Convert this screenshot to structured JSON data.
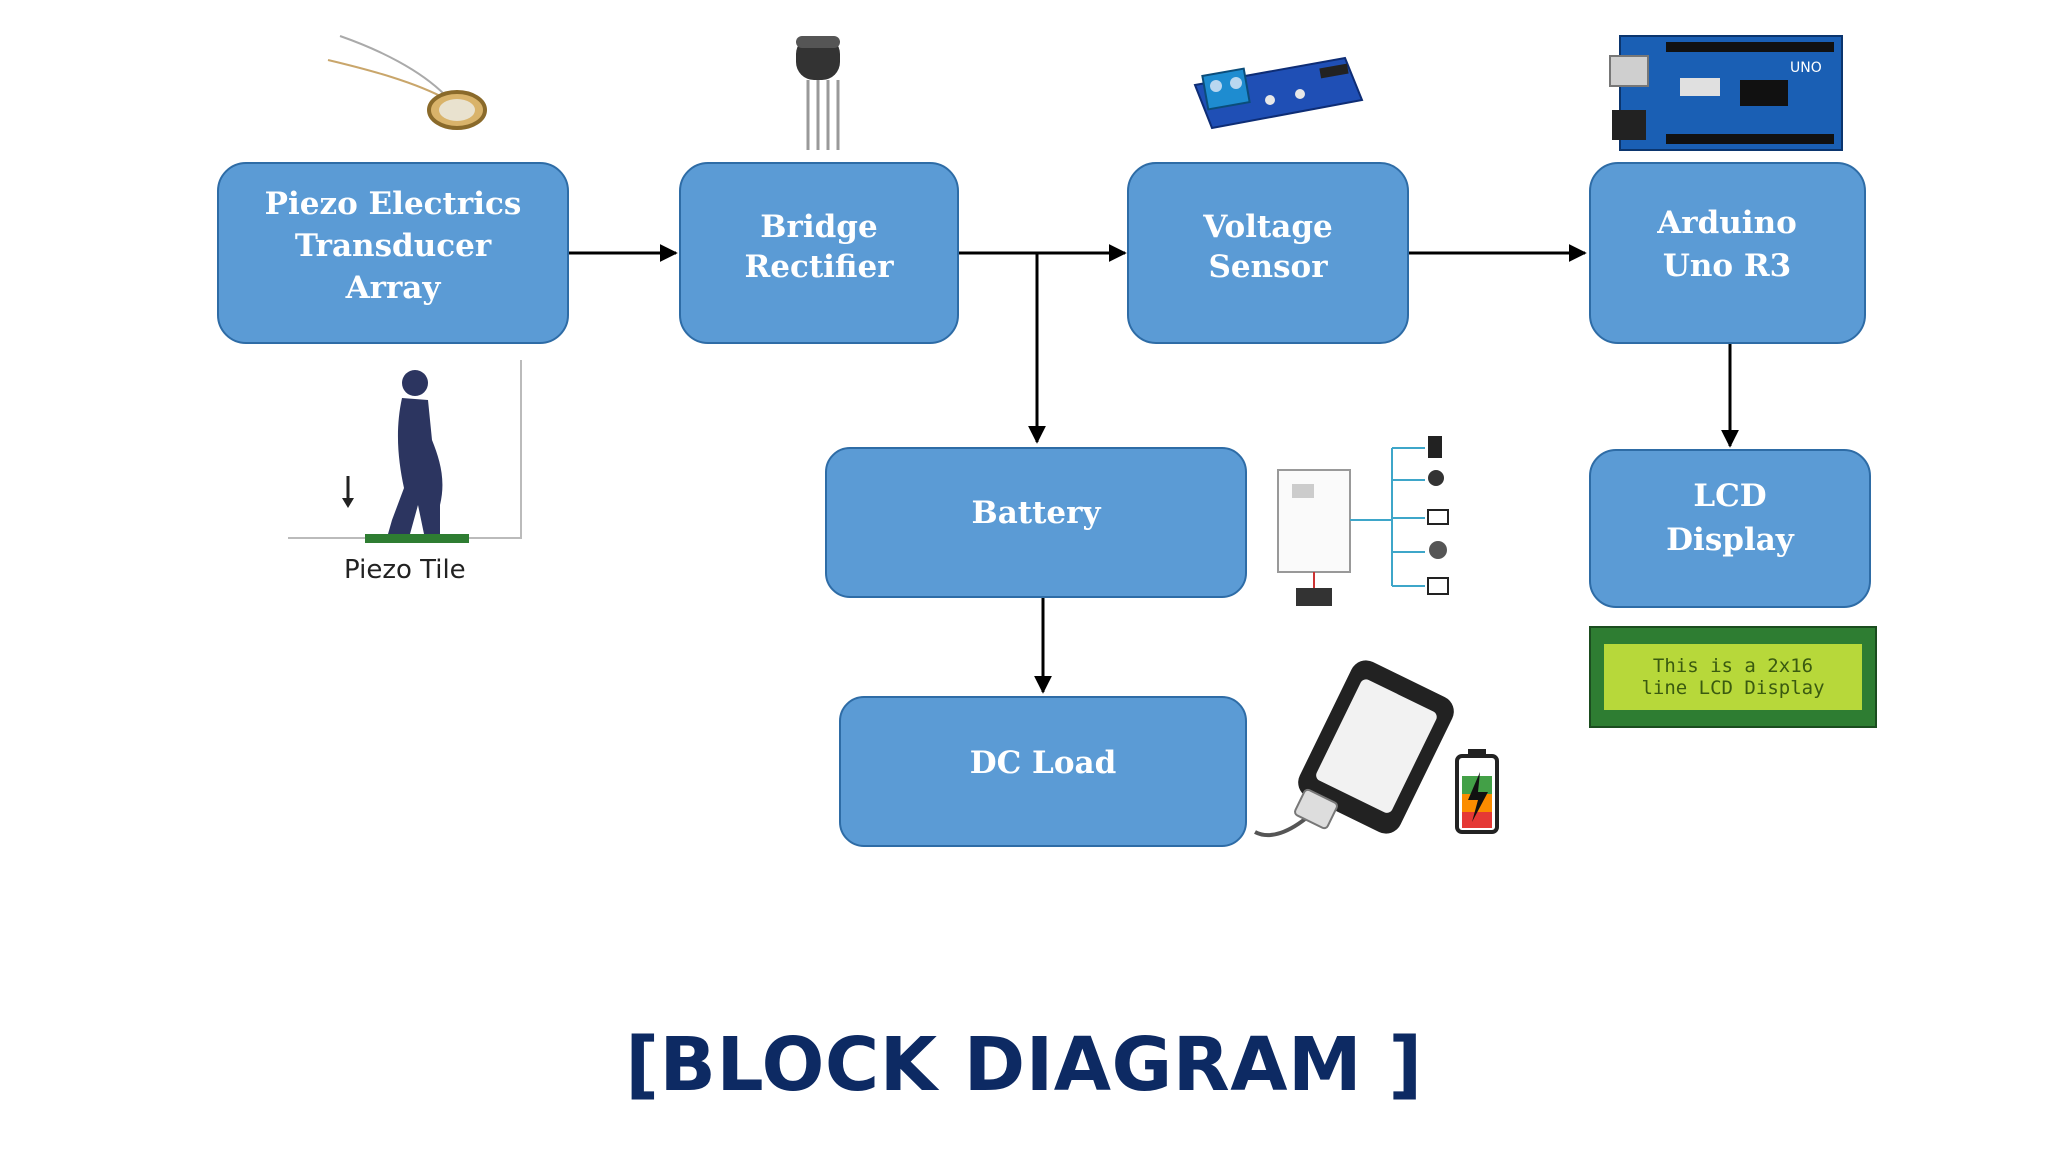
{
  "blocks": {
    "piezo": [
      "Piezo Electrics",
      "Transducer",
      "Array"
    ],
    "bridge": [
      "Bridge",
      "Rectifier"
    ],
    "voltage": [
      "Voltage",
      "Sensor"
    ],
    "arduino": [
      "Arduino",
      "Uno R3"
    ],
    "battery": [
      "Battery"
    ],
    "dcload": [
      "DC Load"
    ],
    "lcd": [
      "LCD",
      "Display"
    ]
  },
  "piezo_tile_label": "Piezo Tile",
  "lcd_screen": [
    "This is a 2x16",
    "line LCD Display"
  ],
  "caption": "[BLOCK DIAGRAM ]",
  "colors": {
    "block_fill": "#5b9bd5",
    "block_stroke": "#2e6ca6",
    "caption": "#0d2a63"
  },
  "icons": [
    "piezo-disc-icon",
    "bridge-rectifier-icon",
    "voltage-sensor-module-icon",
    "arduino-board-icon",
    "walking-person-icon",
    "inverter-appliances-icon",
    "smartphone-charging-icon",
    "battery-charge-icon",
    "lcd-module-icon"
  ]
}
